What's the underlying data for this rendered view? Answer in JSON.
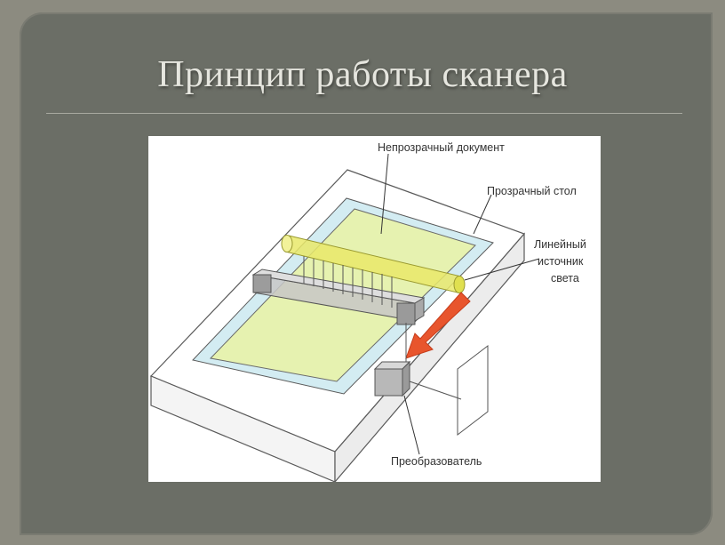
{
  "slide": {
    "title": "Принцип работы сканера"
  },
  "diagram": {
    "labels": {
      "document": "Непрозрачный документ",
      "glass": "Прозрачный стол",
      "light_line1": "Линейный",
      "light_line2": "источник",
      "light_line3": "света",
      "converter": "Преобразователь"
    },
    "colors": {
      "background": "#6b6e66",
      "document": "#e6f2b0",
      "glass": "#d3ecf2",
      "lamp": "#e9e96a",
      "arrow": "#e8552d",
      "body": "#ffffff",
      "stroke": "#5a5a5a"
    }
  }
}
